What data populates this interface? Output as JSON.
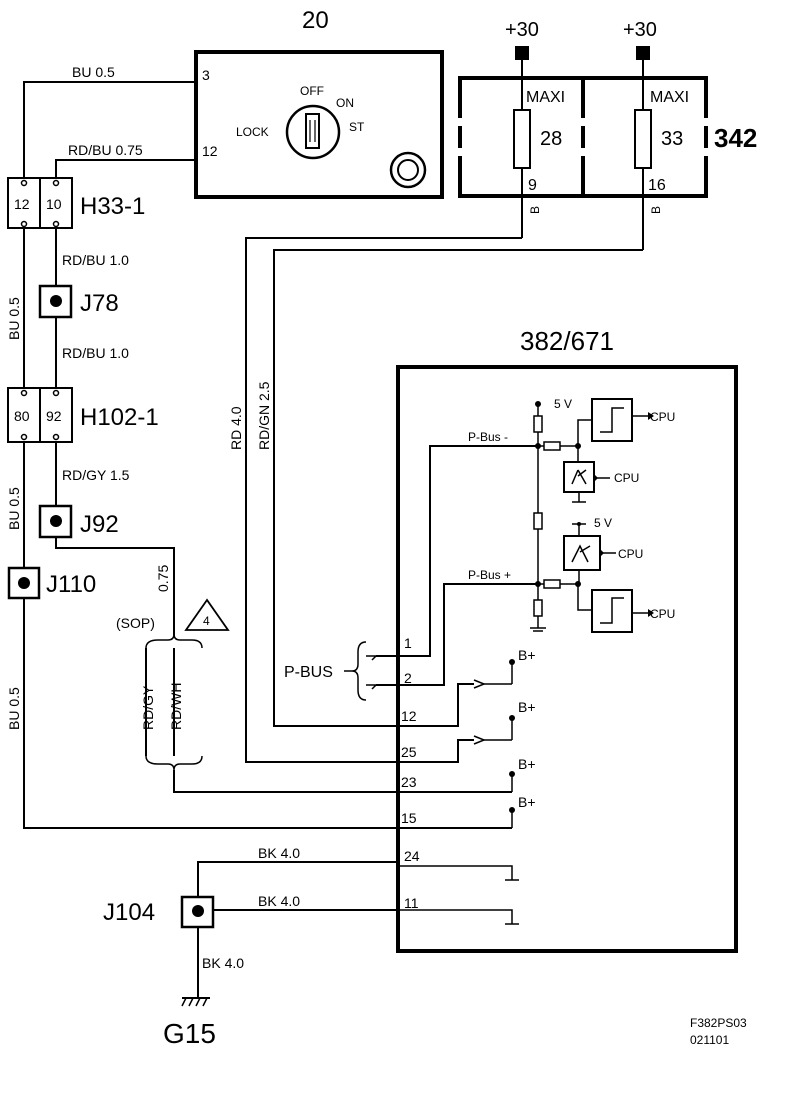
{
  "ignition_switch": {
    "id": "20",
    "positions": [
      "OFF",
      "ON",
      "ST",
      "LOCK"
    ],
    "pins": [
      "3",
      "12"
    ]
  },
  "fuse_box": {
    "id": "342",
    "supply": "+30",
    "fuses": [
      {
        "label": "MAXI",
        "number": "28",
        "pin": "9",
        "wire": "B"
      },
      {
        "label": "MAXI",
        "number": "33",
        "pin": "16",
        "wire": "B"
      }
    ]
  },
  "connectors": {
    "h33": {
      "id": "H33-1",
      "pins": [
        "12",
        "10"
      ]
    },
    "h102": {
      "id": "H102-1",
      "pins": [
        "80",
        "92"
      ]
    }
  },
  "junctions": {
    "j78": "J78",
    "j92": "J92",
    "j110": "J110",
    "j104": "J104"
  },
  "ground": "G15",
  "module": {
    "id": "382/671",
    "pbus_minus": "P-Bus -",
    "pbus_plus": "P-Bus +",
    "supply": "5 V",
    "cpu": "CPU",
    "bplus": "B+",
    "pins": {
      "p1": "1",
      "p2": "2",
      "p12": "12",
      "p25": "25",
      "p23": "23",
      "p15": "15",
      "p24": "24",
      "p11": "11"
    }
  },
  "pbus_label": "P-BUS",
  "wires": {
    "bu05": "BU  0.5",
    "rdbu075": "RD/BU  0.75",
    "rdbu10": "RD/BU  1.0",
    "rdgy15": "RD/GY  1.5",
    "bu05_v": "BU  0.5",
    "rd40": "RD  4.0",
    "rdgn25": "RD/GN  2.5",
    "w075": "0.75",
    "rdgy": "RD/GY",
    "rdwh": "RD/WH",
    "bk40": "BK  4.0"
  },
  "sop": "(SOP)",
  "note_number": "4",
  "figure_code": "F382PS03",
  "figure_date": "021101"
}
